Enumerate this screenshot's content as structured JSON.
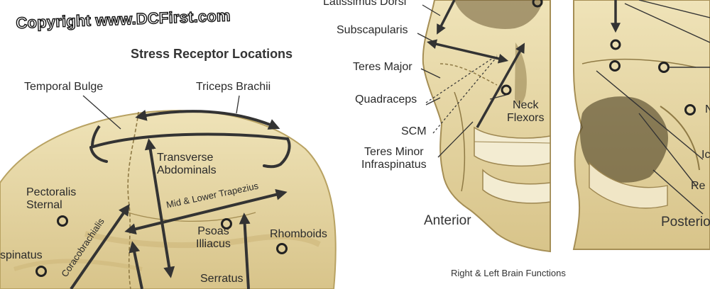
{
  "copyright": "Copyright www.DCFirst.com",
  "title": "Stress Receptor Locations",
  "footer": "Right & Left Brain Functions",
  "colors": {
    "bone_fill": "#e6d7a4",
    "bone_shadow": "#c3ad6c",
    "suture": "#8f7a45",
    "arrow": "#333333",
    "text": "#2a2a2a"
  },
  "top_skull_labels": {
    "temporal_bulge": "Temporal Bulge",
    "triceps_brachii": "Triceps Brachii",
    "transverse_abdominals": "Transverse\nAbdominals",
    "pectoralis_sternal": "Pectoralis\nSternal",
    "mid_lower_trapezius": "Mid & Lower Trapezius",
    "coracobrachialis": "Coracobrachialis",
    "psoas_illiacus": "Psoas\nIlliacus",
    "rhomboids": "Rhomboids",
    "supraspinatus_partial": "spinatus",
    "serratus": "Serratus"
  },
  "anterior_labels": {
    "latissimus_dorsi": "Latissimus Dorsi",
    "subscapularis": "Subscapularis",
    "teres_major": "Teres Major",
    "quadraceps": "Quadraceps",
    "scm": "SCM",
    "teres_minor_infraspinatus": "Teres Minor\nInfraspinatus",
    "neck_flexors": "Neck\nFlexors",
    "view": "Anterior"
  },
  "posterior_labels": {
    "view": "Posterio",
    "partial_1": "N",
    "partial_2": "Ic",
    "partial_3": "Re"
  }
}
